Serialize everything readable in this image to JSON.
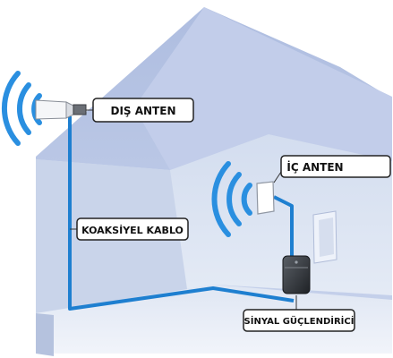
{
  "labels": {
    "outdoor_antenna": "DIŞ ANTEN",
    "indoor_antenna": "İÇ ANTEN",
    "coax_cable": "KOAKSİYEL KABLO",
    "booster": "SİNYAL GÜÇLENDİRİCİ"
  },
  "colors": {
    "cable": "#1e7fd0",
    "signal_waves": "#2a8fe0",
    "house_wall": "#cdd8ec",
    "house_roof": "#b9c6e2",
    "label_fill": "#ffffff",
    "label_border": "#222222"
  }
}
